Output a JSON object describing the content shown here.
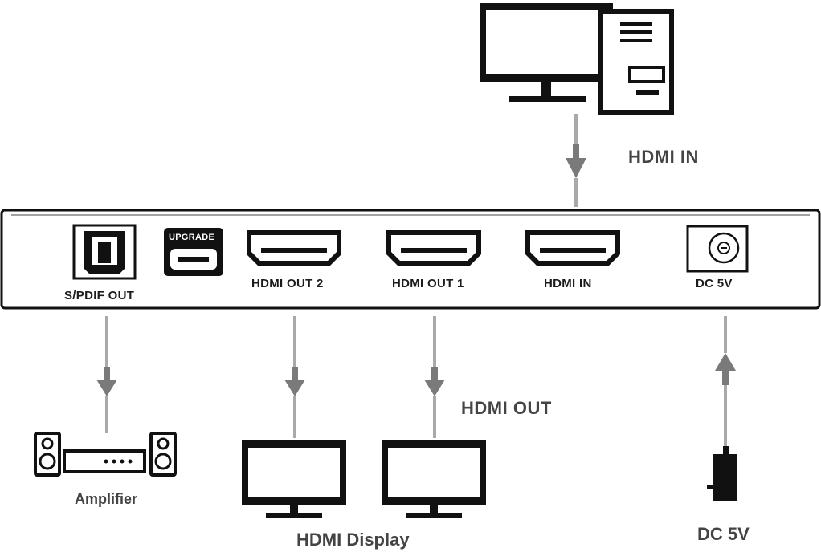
{
  "ports": {
    "spdif": "S/PDIF OUT",
    "upgrade": "UPGRADE",
    "hdmi_out_2": "HDMI OUT 2",
    "hdmi_out_1": "HDMI OUT 1",
    "hdmi_in": "HDMI IN",
    "dc": "DC 5V"
  },
  "connections": {
    "source_label": "HDMI IN",
    "output_label": "HDMI OUT",
    "amplifier_label": "Amplifier",
    "display_label": "HDMI Display",
    "power_label": "DC 5V"
  },
  "icons": [
    "computer-icon",
    "amplifier-icon",
    "display-icon",
    "power-adapter-icon",
    "optical-port-icon",
    "micro-usb-port-icon",
    "hdmi-port-icon",
    "dc-jack-icon"
  ],
  "colors": {
    "line": "#a9a9a9",
    "arrow": "#7a7a7a",
    "outline": "#111111",
    "text": "#444444"
  }
}
